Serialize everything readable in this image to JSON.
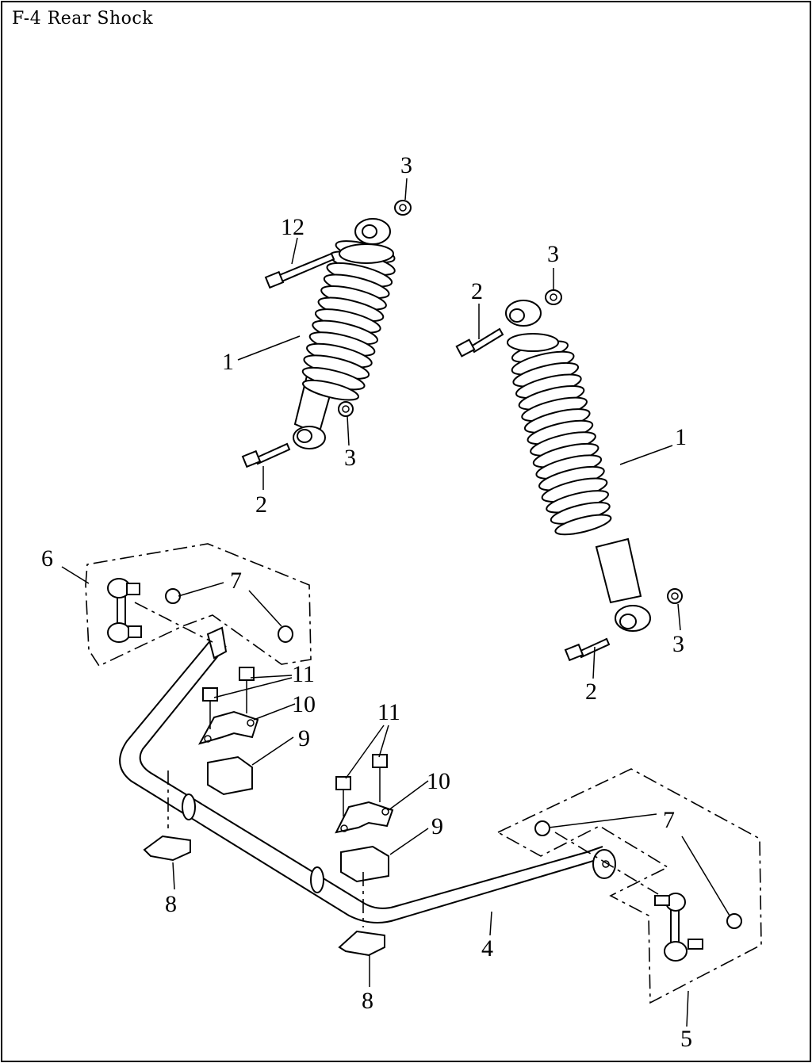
{
  "title": "F-4  Rear Shock",
  "callouts": [
    {
      "id": "label-12",
      "text": "12"
    },
    {
      "id": "label-3-a",
      "text": "3"
    },
    {
      "id": "label-1-a",
      "text": "1"
    },
    {
      "id": "label-3-b",
      "text": "3"
    },
    {
      "id": "label-2-a",
      "text": "2"
    },
    {
      "id": "label-3-c",
      "text": "3"
    },
    {
      "id": "label-2-b",
      "text": "2"
    },
    {
      "id": "label-1-b",
      "text": "1"
    },
    {
      "id": "label-3-d",
      "text": "3"
    },
    {
      "id": "label-2-c",
      "text": "2"
    },
    {
      "id": "label-6",
      "text": "6"
    },
    {
      "id": "label-7-a",
      "text": "7"
    },
    {
      "id": "label-11-a",
      "text": "11"
    },
    {
      "id": "label-10-a",
      "text": "10"
    },
    {
      "id": "label-9-a",
      "text": "9"
    },
    {
      "id": "label-11-b",
      "text": "11"
    },
    {
      "id": "label-10-b",
      "text": "10"
    },
    {
      "id": "label-9-b",
      "text": "9"
    },
    {
      "id": "label-7-b",
      "text": "7"
    },
    {
      "id": "label-8-a",
      "text": "8"
    },
    {
      "id": "label-4",
      "text": "4"
    },
    {
      "id": "label-8-b",
      "text": "8"
    },
    {
      "id": "label-5",
      "text": "5"
    }
  ]
}
